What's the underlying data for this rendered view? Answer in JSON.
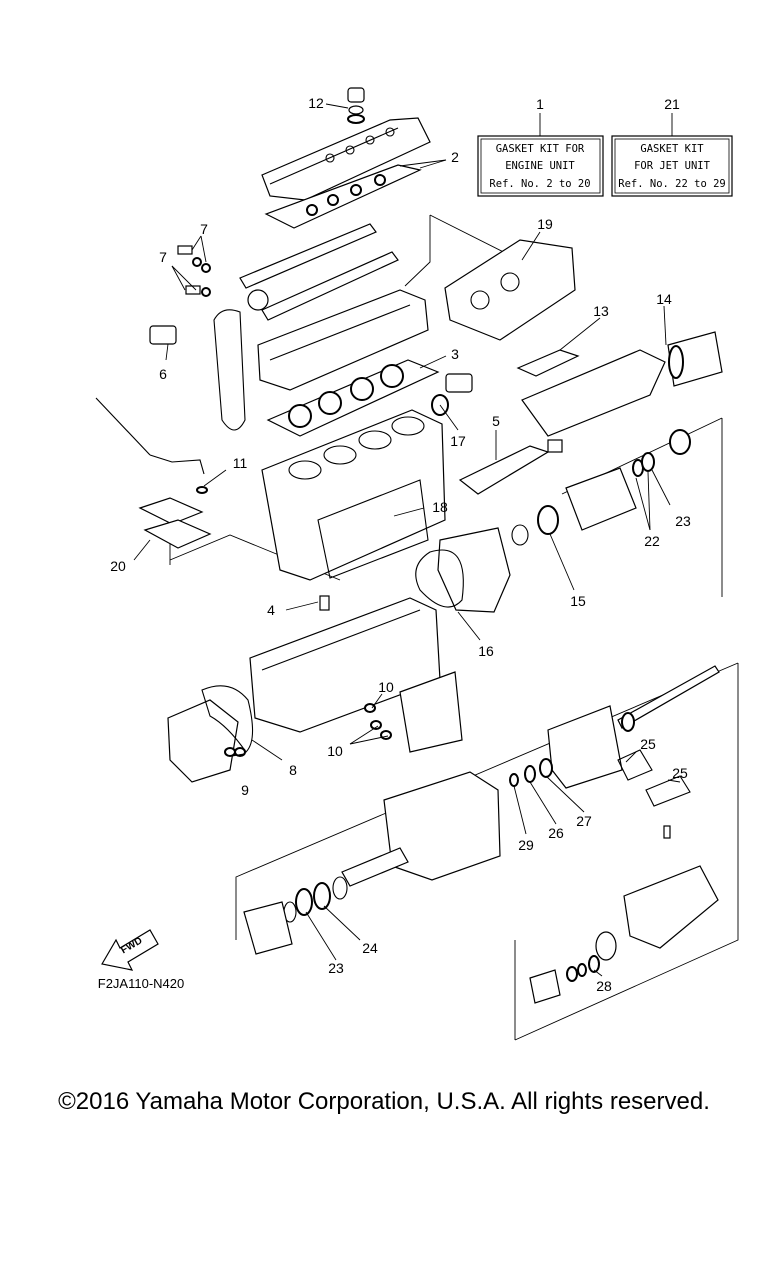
{
  "kit_boxes": [
    {
      "ref": "1",
      "lines": [
        "GASKET KIT FOR",
        "ENGINE UNIT",
        "Ref. No. 2 to 20"
      ]
    },
    {
      "ref": "21",
      "lines": [
        "GASKET KIT",
        "FOR JET UNIT",
        "Ref. No. 22 to 29"
      ]
    }
  ],
  "callouts": [
    {
      "name": "callout-12",
      "label": "12"
    },
    {
      "name": "callout-2",
      "label": "2"
    },
    {
      "name": "callout-7a",
      "label": "7"
    },
    {
      "name": "callout-7b",
      "label": "7"
    },
    {
      "name": "callout-19",
      "label": "19"
    },
    {
      "name": "callout-13",
      "label": "13"
    },
    {
      "name": "callout-14",
      "label": "14"
    },
    {
      "name": "callout-6",
      "label": "6"
    },
    {
      "name": "callout-3",
      "label": "3"
    },
    {
      "name": "callout-17",
      "label": "17"
    },
    {
      "name": "callout-5",
      "label": "5"
    },
    {
      "name": "callout-11",
      "label": "11"
    },
    {
      "name": "callout-18",
      "label": "18"
    },
    {
      "name": "callout-20",
      "label": "20"
    },
    {
      "name": "callout-23a",
      "label": "23"
    },
    {
      "name": "callout-22",
      "label": "22"
    },
    {
      "name": "callout-15",
      "label": "15"
    },
    {
      "name": "callout-4",
      "label": "4"
    },
    {
      "name": "callout-16",
      "label": "16"
    },
    {
      "name": "callout-10a",
      "label": "10"
    },
    {
      "name": "callout-10b",
      "label": "10"
    },
    {
      "name": "callout-8",
      "label": "8"
    },
    {
      "name": "callout-9",
      "label": "9"
    },
    {
      "name": "callout-25a",
      "label": "25"
    },
    {
      "name": "callout-25b",
      "label": "25"
    },
    {
      "name": "callout-29",
      "label": "29"
    },
    {
      "name": "callout-26",
      "label": "26"
    },
    {
      "name": "callout-27",
      "label": "27"
    },
    {
      "name": "callout-24",
      "label": "24"
    },
    {
      "name": "callout-23b",
      "label": "23"
    },
    {
      "name": "callout-28",
      "label": "28"
    }
  ],
  "fwd_label": "FWD",
  "diagram_code": "F2JA110-N420",
  "copyright": "©2016 Yamaha Motor Corporation, U.S.A. All rights reserved."
}
